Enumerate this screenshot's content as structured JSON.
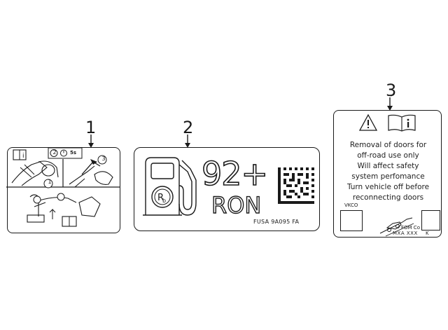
{
  "callouts": [
    "1",
    "2",
    "3"
  ],
  "label1": {
    "step_numbers": [
      "1",
      "2",
      "3"
    ],
    "seconds_mark": "5s"
  },
  "label2": {
    "fuel_rating": "92+",
    "fuel_unit": "RON",
    "part_number": "FUSA 9A095 FA"
  },
  "label3": {
    "warning_lines": [
      "Removal of doors for",
      "off-road use only",
      "Will affect safety",
      "system perfomance",
      "Turn vehicle off before",
      "reconnecting doors"
    ],
    "box_caption": "VKCO",
    "brand_text": "FOM Co",
    "code_text": "MXA XXX",
    "suffix_text": "K"
  }
}
